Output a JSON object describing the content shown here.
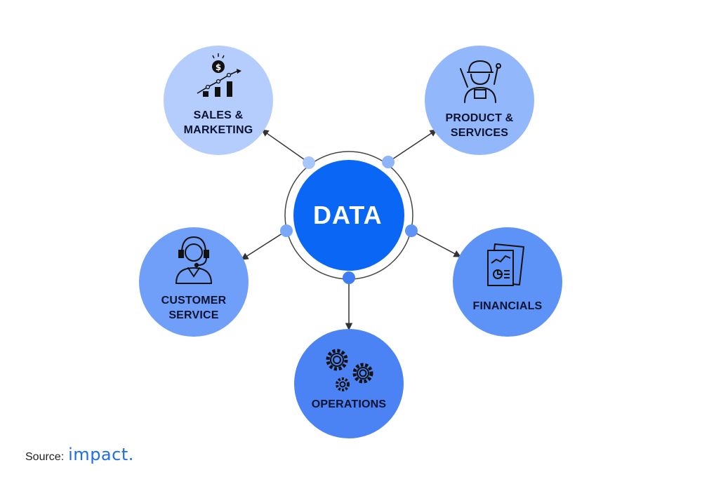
{
  "center": {
    "label": "DATA",
    "color": "#0a66f5"
  },
  "nodes": {
    "sales": {
      "line1": "SALES &",
      "line2": "MARKETING",
      "color": "#b4cdfd",
      "icon": "sales-growth-icon"
    },
    "product": {
      "line1": "PRODUCT &",
      "line2": "SERVICES",
      "color": "#93b7fb",
      "icon": "technician-icon"
    },
    "customer": {
      "line1": "CUSTOMER",
      "line2": "SERVICE",
      "color": "#6f9ff8",
      "icon": "headset-agent-icon"
    },
    "financials": {
      "line1": "FINANCIALS",
      "color": "#5d92f6",
      "icon": "financial-report-icon"
    },
    "operations": {
      "line1": "OPERATIONS",
      "color": "#4b82f4",
      "icon": "gears-icon"
    }
  },
  "source": {
    "prefix": "Source:",
    "brand": "impact."
  }
}
